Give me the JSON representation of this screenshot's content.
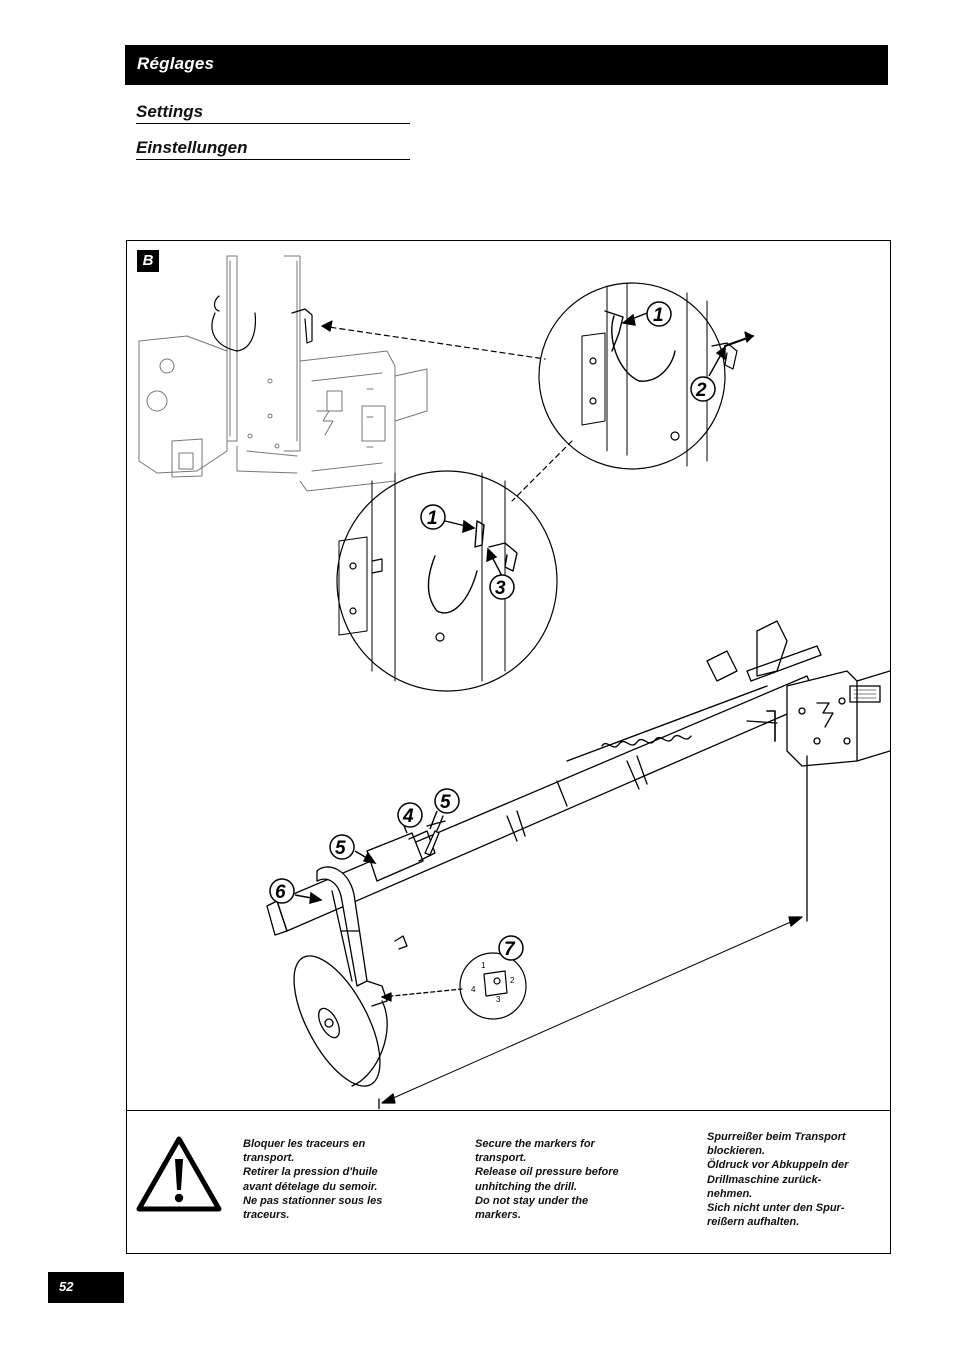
{
  "header": {
    "section_title": "Réglages"
  },
  "subtitles": [
    "Settings",
    "Einstellungen"
  ],
  "figure": {
    "label": "B",
    "callouts": [
      "1",
      "2",
      "1",
      "3",
      "4",
      "5",
      "5",
      "6",
      "7"
    ],
    "disc_positions": [
      "1",
      "2",
      "3",
      "4"
    ]
  },
  "warning": {
    "icon": "warning-triangle-icon",
    "fr": [
      "Bloquer les traceurs en",
      "transport.",
      "Retirer la pression d'huile",
      "avant dételage du semoir.",
      "Ne pas stationner sous les",
      "traceurs."
    ],
    "en": [
      "Secure the markers for",
      "transport.",
      "Release oil pressure before",
      "unhitching the drill.",
      "Do not stay under the",
      "markers."
    ],
    "de": [
      "Spurreißer beim Transport",
      "blockieren.",
      "Öldruck vor Abkuppeln der",
      "Drillmaschine zurück-",
      "nehmen.",
      "Sich nicht unter den Spur-",
      "reißern aufhalten."
    ]
  },
  "footer": {
    "page_number": "52"
  }
}
